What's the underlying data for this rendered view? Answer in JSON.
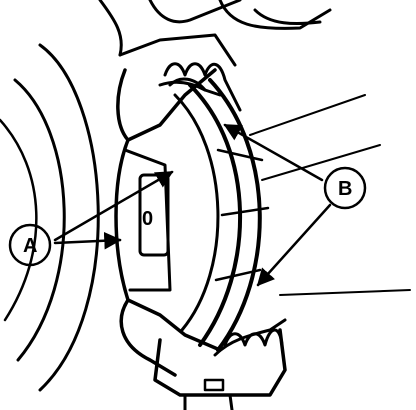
{
  "callouts": {
    "a": {
      "label": "A"
    },
    "b": {
      "label": "B"
    }
  },
  "parts": {
    "rotor_label": "0"
  },
  "colors": {
    "ink": "#000000",
    "paper": "#ffffff"
  }
}
